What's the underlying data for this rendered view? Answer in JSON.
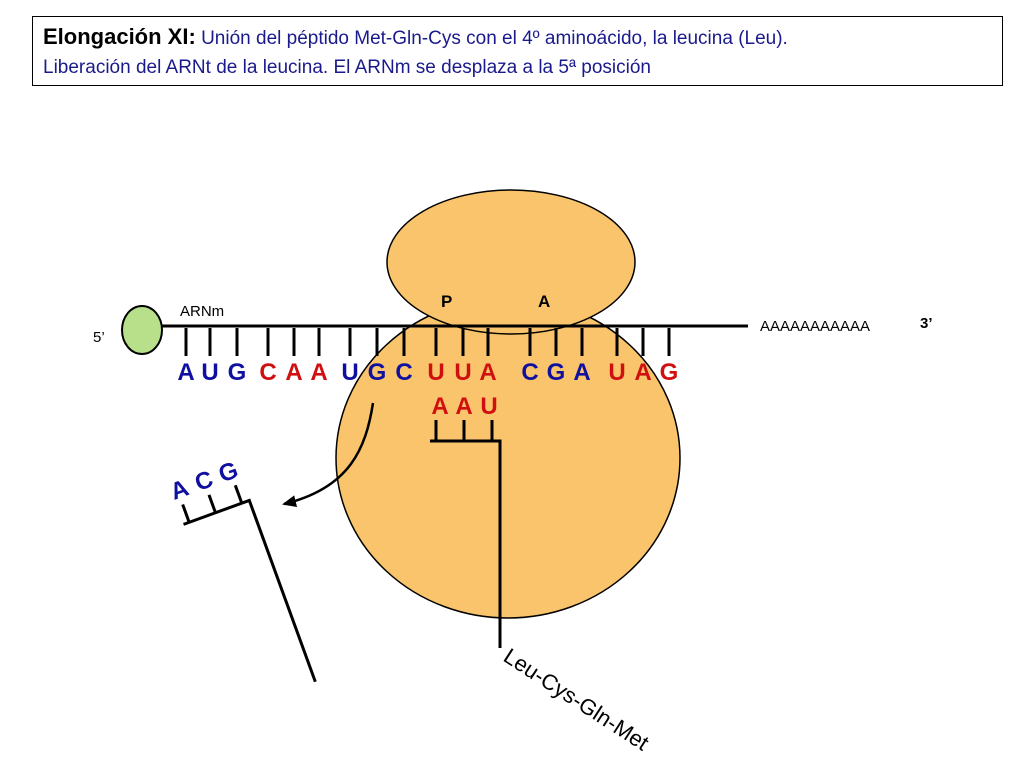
{
  "title": {
    "heading": "Elongación XI:",
    "line1_rest": " Unión del péptido Met-Gln-Cys con el 4º aminoácido, la leucina (Leu).",
    "line2": "Liberación del ARNt de la leucina. El ARNm se desplaza a la 5ª posición"
  },
  "labels": {
    "arnm": "ARNm",
    "five_prime": "5’",
    "three_prime": "3’",
    "poly_a": "AAAAAAAAAAA",
    "site_p": "P",
    "site_a": "A",
    "peptide": "Leu-Cys-Gln-Met"
  },
  "codons": [
    {
      "bases": [
        "A",
        "U",
        "G"
      ],
      "color": "#1010a0"
    },
    {
      "bases": [
        "C",
        "A",
        "A"
      ],
      "color": "#d01010"
    },
    {
      "bases": [
        "U",
        "G",
        "C"
      ],
      "color": "#1010a0"
    },
    {
      "bases": [
        "U",
        "U",
        "A"
      ],
      "color": "#d01010"
    },
    {
      "bases": [
        "C",
        "G",
        "A"
      ],
      "color": "#1010a0"
    },
    {
      "bases": [
        "U",
        "A",
        "G"
      ],
      "color": "#d01010"
    }
  ],
  "anticodon_bound": {
    "bases": [
      "A",
      "A",
      "U"
    ],
    "color": "#d01010"
  },
  "anticodon_released": {
    "bases": [
      "A",
      "C",
      "G"
    ],
    "color": "#1010a0"
  },
  "colors": {
    "ribosome": "#f9c46b",
    "ribosome_stroke": "#000000",
    "cap": "#b8e08a"
  }
}
